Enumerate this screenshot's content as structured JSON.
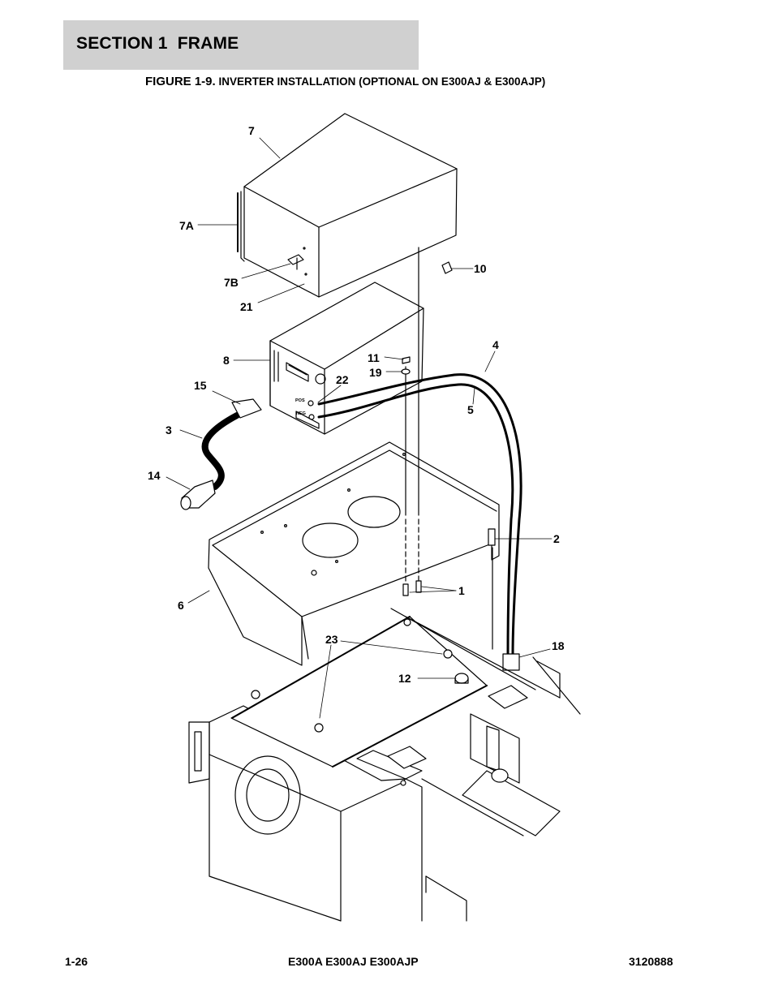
{
  "section": {
    "title": "SECTION 1  FRAME"
  },
  "figure": {
    "number": "FIGURE 1-9.",
    "title": " INVERTER INSTALLATION (OPTIONAL ON E300AJ & E300AJP)"
  },
  "callouts": [
    "7",
    "7A",
    "7B",
    "21",
    "10",
    "8",
    "11",
    "19",
    "4",
    "22",
    "15",
    "5",
    "3",
    "14",
    "2",
    "1",
    "6",
    "23",
    "18",
    "12"
  ],
  "panel_labels": {
    "pos": "POS",
    "neg": "NEG"
  },
  "footer": {
    "page": "1-26",
    "models": "E300A E300AJ E300AJP",
    "doc_number": "3120888"
  }
}
